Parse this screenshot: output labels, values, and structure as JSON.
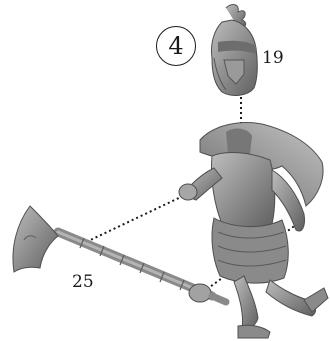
{
  "step": {
    "number": "4"
  },
  "parts": [
    {
      "label": "19",
      "name": "helmet"
    },
    {
      "label": "25",
      "name": "axe"
    }
  ],
  "colors": {
    "model": "#8e8e8e",
    "model_dark": "#5f5f5f",
    "model_light": "#b9b9b9",
    "ink": "#1a1a1a"
  }
}
